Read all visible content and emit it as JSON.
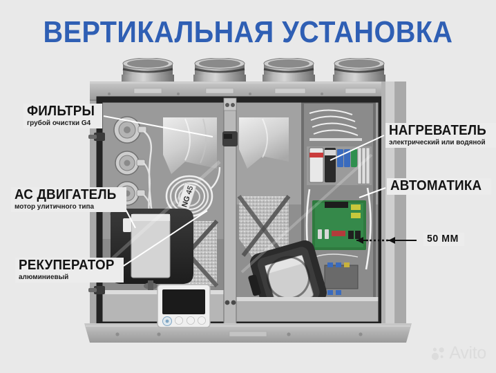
{
  "page": {
    "title": "ВЕРТИКАЛЬНАЯ УСТАНОВКА",
    "title_color": "#2f5fb4",
    "background_color": "#e9e9e9"
  },
  "callouts": [
    {
      "id": "filters",
      "title": "ФИЛЬТРЫ",
      "subtitle": "грубой очистки G4"
    },
    {
      "id": "motor",
      "title": "АС ДВИГАТЕЛЬ",
      "subtitle": "мотор улитичного типа"
    },
    {
      "id": "recup",
      "title": "РЕКУПЕРАТОР",
      "subtitle": "алюминиевый"
    },
    {
      "id": "heater",
      "title": "НАГРЕВАТЕЛЬ",
      "subtitle": "электрический или водяной"
    },
    {
      "id": "auto",
      "title": "АВТОМАТИКА",
      "subtitle": ""
    },
    {
      "id": "50mm",
      "title": "50 ММ",
      "subtitle": ""
    }
  ],
  "photo": {
    "description": "Ventilation recovery unit, front view with cover removed",
    "duct_ports": 4,
    "controller_panel": "display with round buttons"
  },
  "watermark": {
    "brand": "Avito",
    "color": "#dcdcdc"
  }
}
